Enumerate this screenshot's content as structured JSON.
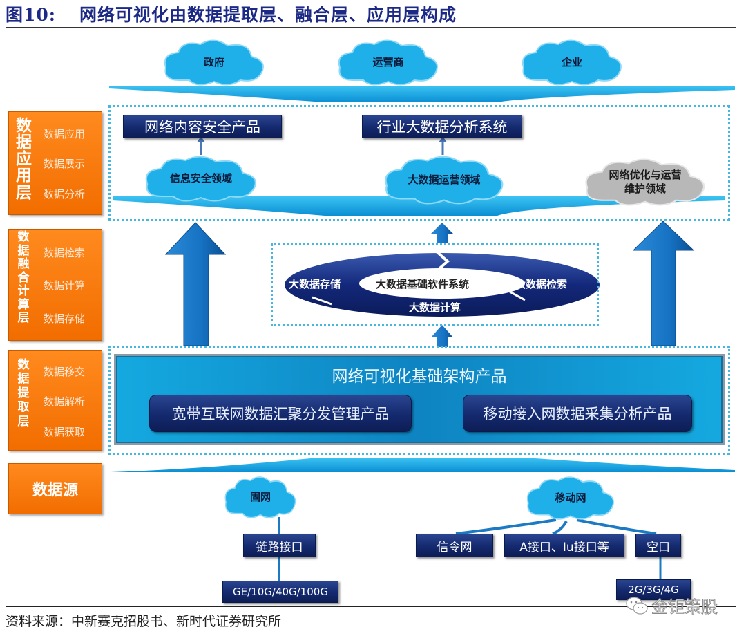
{
  "title": {
    "figure_number": "图10:",
    "text": "网络可视化由数据提取层、融合层、应用层构成"
  },
  "top_clouds": [
    "政府",
    "运营商",
    "企业"
  ],
  "layers": {
    "application": {
      "title": "数据应用层",
      "items": [
        "数据应用",
        "数据展示",
        "数据分析"
      ]
    },
    "fusion": {
      "title": "数据融合计算层",
      "items": [
        "数据检索",
        "数据计算",
        "数据存储"
      ]
    },
    "extraction": {
      "title": "数据提取层",
      "items": [
        "数据移交",
        "数据解析",
        "数据获取"
      ]
    },
    "source": {
      "title": "数据源"
    }
  },
  "application_layer": {
    "products": [
      "网络内容安全产品",
      "行业大数据分析系统"
    ],
    "domains": [
      "信息安全领域",
      "大数据运营领域",
      "网络优化与运营维护领域"
    ],
    "domain_lines": [
      [
        "信息安全领域"
      ],
      [
        "大数据运营领域"
      ],
      [
        "网络优化与运营",
        "维护领域"
      ]
    ]
  },
  "core_system": {
    "center": "大数据基础软件系统",
    "left": "大数据存储",
    "right": "大数据检索",
    "bottom": "大数据计算"
  },
  "infrastructure": {
    "title": "网络可视化基础架构产品",
    "products": [
      "宽带互联网数据汇聚分发管理产品",
      "移动接入网数据采集分析产品"
    ]
  },
  "sources": {
    "fixed": {
      "cloud": "固网",
      "interface": "链路接口",
      "speeds": "GE/10G/40G/100G"
    },
    "mobile": {
      "cloud": "移动网",
      "interfaces": [
        "信令网",
        "A接口、Iu接口等",
        "空口"
      ],
      "generations": "2G/3G/4G"
    }
  },
  "colors": {
    "title_navy": "#1c2a86",
    "orange": "#f47a12",
    "cloud_blue": "#1fb0ea",
    "cloud_gray": "#b8b8b8",
    "navy_box": "#14296e",
    "arrow_blue": "#1478c8",
    "dotted_frame": "#47b7e0"
  },
  "footer": {
    "source": "资料来源：中新赛克招股书、新时代证券研究所",
    "watermark": "金钜策股"
  }
}
